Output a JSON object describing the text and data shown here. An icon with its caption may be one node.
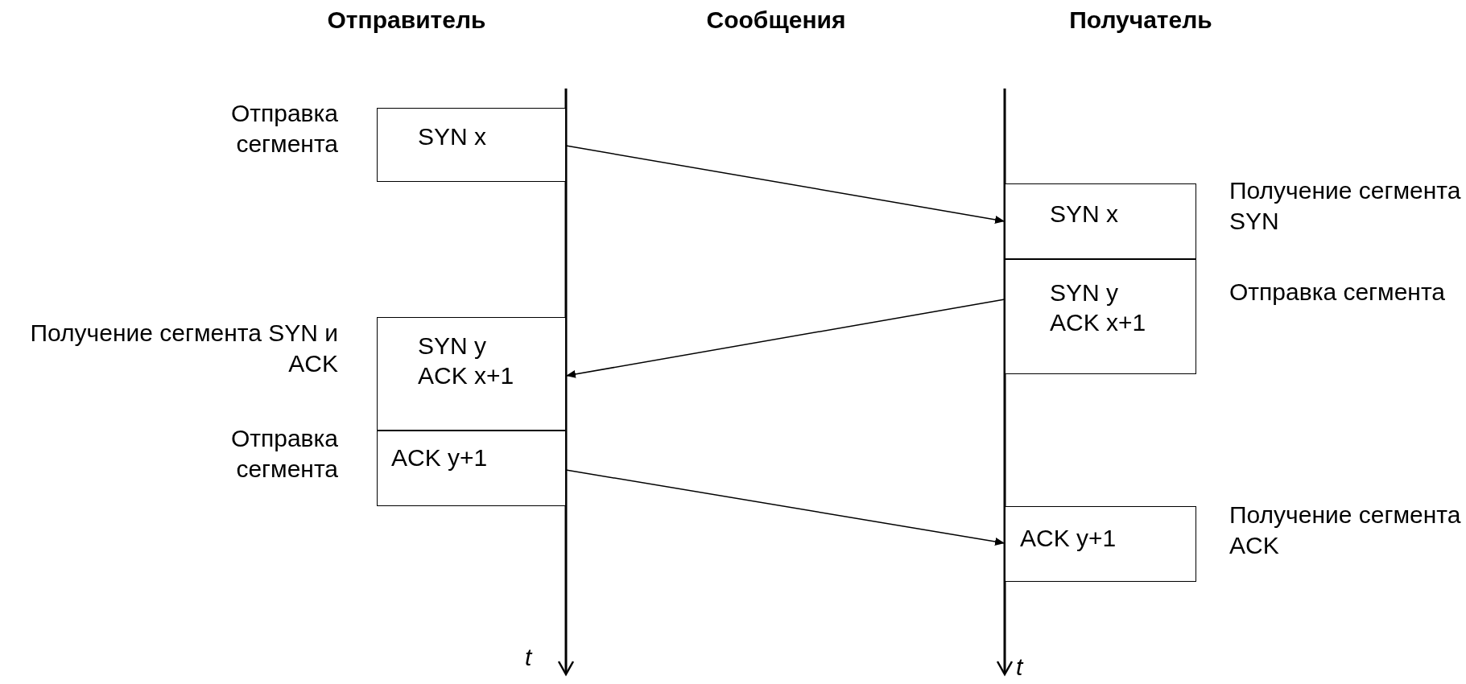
{
  "diagram": {
    "nodes": [
      {
        "text": [
          "SYN x"
        ],
        "beside": [
          "Отправка сегмента"
        ]
      },
      {
        "text": [
          "SYN y ACK x+1"
        ],
        "beside": [
          "Получение сегмента SYN и ACK"
        ]
      },
      {
        "text": [
          "ACK y+1"
        ],
        "beside": [
          "Отправка сегмента"
        ]
      },
      {
        "text": [
          "SYN x"
        ],
        "beside": [
          "Получение сегмента SYN"
        ]
      },
      {
        "text": [
          "SYN y ACK x+1"
        ],
        "beside": [
          "Отправка сегмента"
        ]
      },
      {
        "text": [
          "ACK y+1"
        ],
        "beside": [
          "Получение сегмента ACK"
        ]
      }
    ],
    "edges": [
      {
        "from": 0,
        "to": 3,
        "arrow": "to"
      },
      {
        "from": 4,
        "to": 1,
        "arrow": "to"
      },
      {
        "from": 2,
        "to": 5,
        "arrow": "to"
      }
    ],
    "labels": [
      "Отправитель",
      "Сообщения",
      "Получатель",
      "t",
      "t"
    ]
  }
}
